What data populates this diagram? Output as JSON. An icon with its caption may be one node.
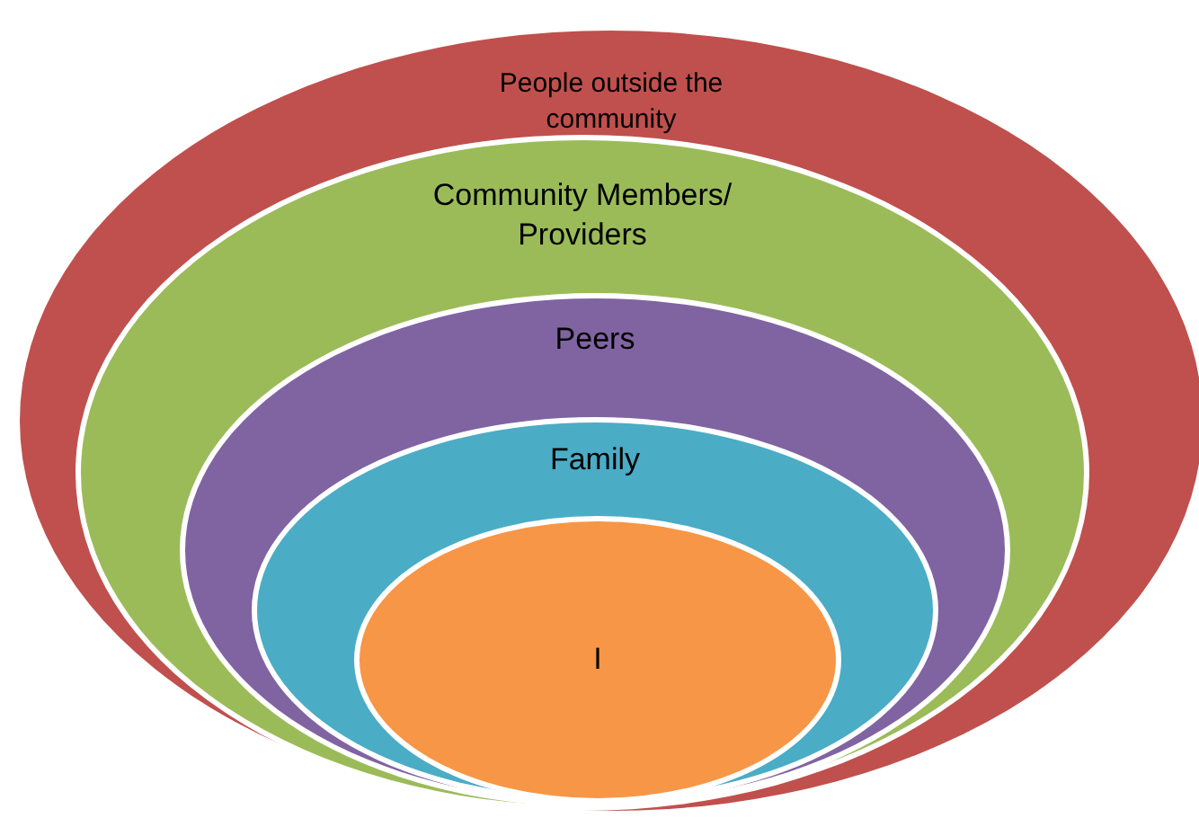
{
  "diagram": {
    "nodes": [
      {
        "text": [
          "People outside the community"
        ]
      },
      {
        "text": [
          "Community Members/ Providers"
        ],
        "in": 0
      },
      {
        "text": [
          "Peers"
        ],
        "in": 1
      },
      {
        "text": [
          "Family"
        ],
        "in": 2
      },
      {
        "text": [
          "I"
        ],
        "in": 3
      }
    ]
  }
}
